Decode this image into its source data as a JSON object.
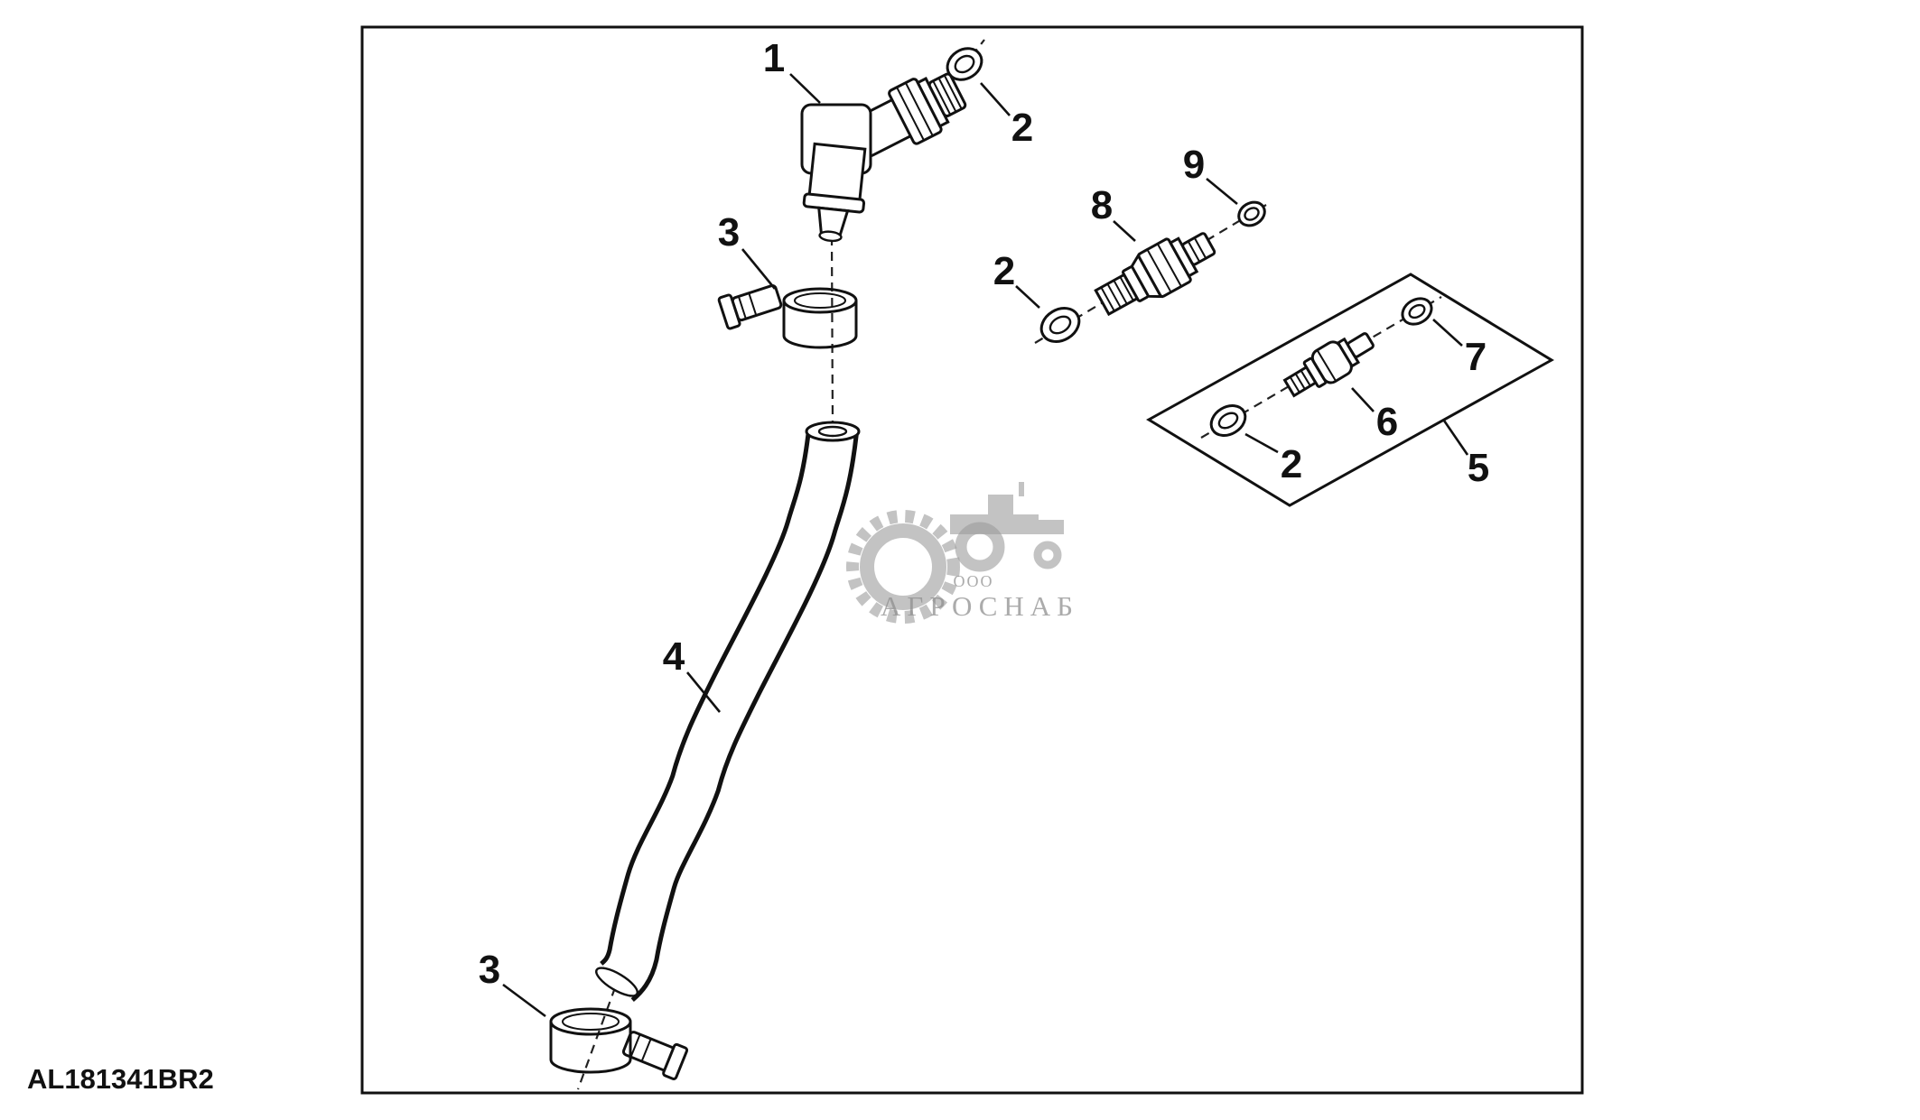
{
  "figure": {
    "part_number": "AL181341BR2",
    "watermark": {
      "line1": "ООО",
      "line2": "АГРОСНАБ"
    }
  },
  "callouts": [
    {
      "label": "1"
    },
    {
      "label": "2"
    },
    {
      "label": "3"
    },
    {
      "label": "9"
    },
    {
      "label": "8"
    },
    {
      "label": "2"
    },
    {
      "label": "7"
    },
    {
      "label": "6"
    },
    {
      "label": "2"
    },
    {
      "label": "5"
    },
    {
      "label": "4"
    },
    {
      "label": "3"
    }
  ]
}
